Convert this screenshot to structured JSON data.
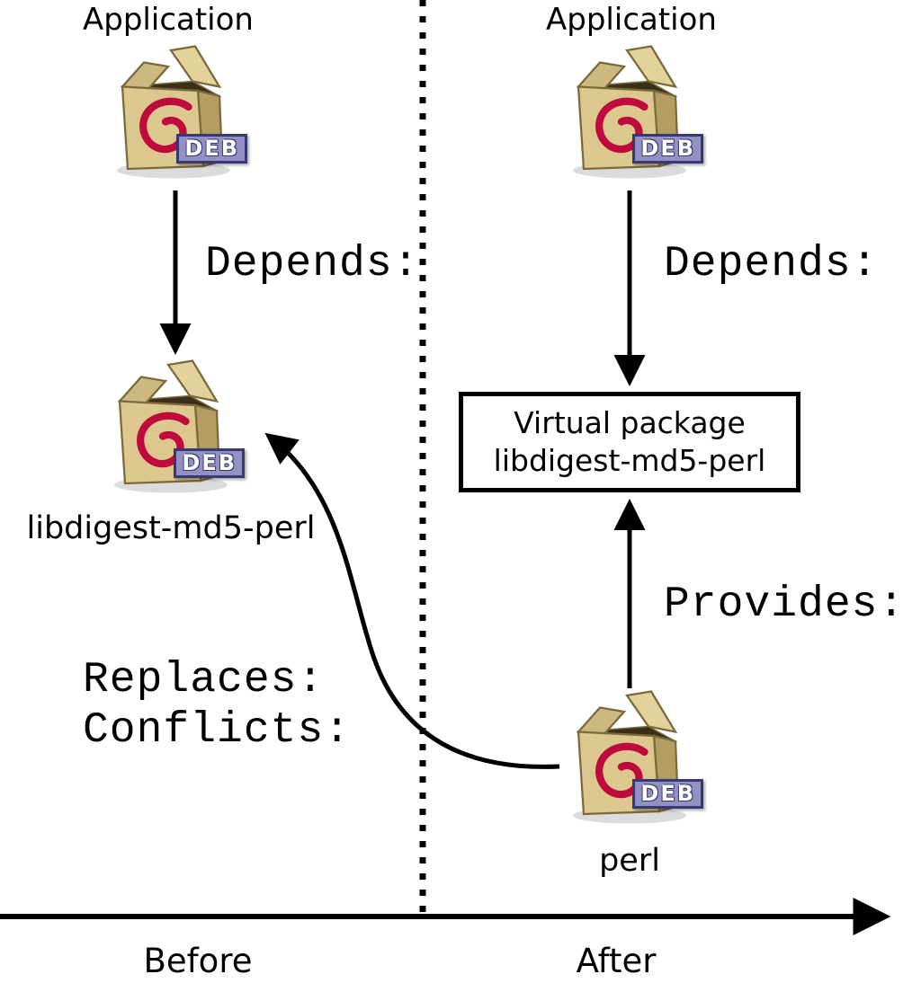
{
  "before": {
    "application_label": "Application",
    "depends_label": "Depends:",
    "package_name": "libdigest-md5-perl",
    "replaces_label": "Replaces:",
    "conflicts_label": "Conflicts:"
  },
  "after": {
    "application_label": "Application",
    "depends_label": "Depends:",
    "virtual_package": {
      "line1": "Virtual package",
      "line2": "libdigest-md5-perl"
    },
    "provides_label": "Provides:",
    "package_name": "perl"
  },
  "axis": {
    "before_label": "Before",
    "after_label": "After"
  },
  "deb_badge_label": "DEB",
  "colors": {
    "box_face": "#dcc88e",
    "box_side": "#b39d61",
    "box_flap": "#e3d29c",
    "box_inside": "#3a301a",
    "swirl_red": "#bf0a3d",
    "badge_bg": "#9191c4",
    "badge_border": "#383874",
    "line": "#000000"
  }
}
